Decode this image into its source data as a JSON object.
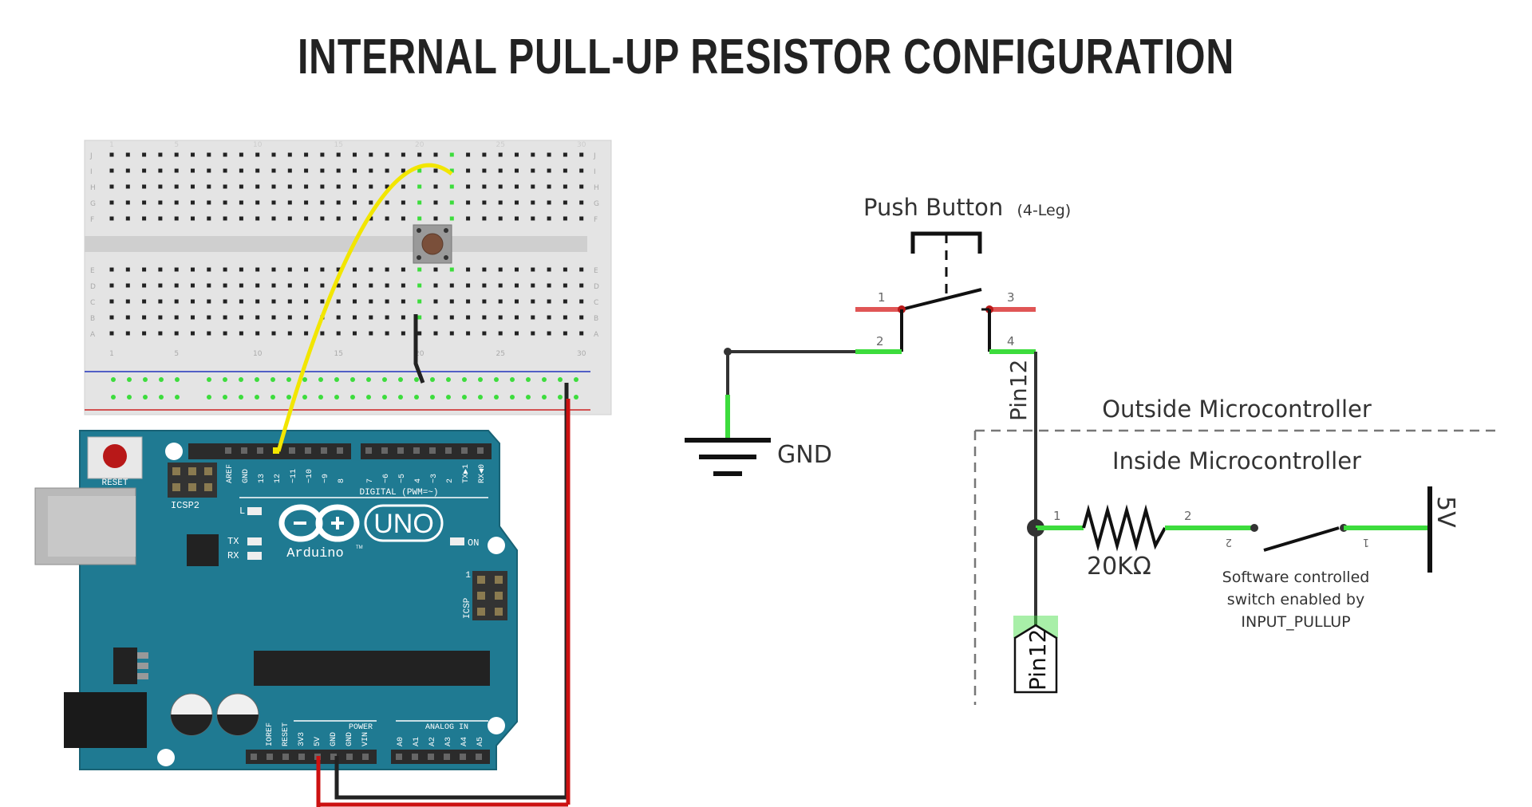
{
  "title": "INTERNAL PULL-UP RESISTOR CONFIGURATION",
  "breadboard": {
    "row_letters_top": [
      "J",
      "I",
      "H",
      "G",
      "F"
    ],
    "row_letters_bottom": [
      "E",
      "D",
      "C",
      "B",
      "A"
    ],
    "col_numbers": [
      "1",
      "5",
      "10",
      "15",
      "20",
      "25",
      "30"
    ]
  },
  "arduino": {
    "reset_label": "RESET",
    "icsp2_label": "ICSP2",
    "icsp_label": "ICSP",
    "icsp_pin1": "1",
    "led_l": "L",
    "led_tx": "TX",
    "led_rx": "RX",
    "led_on": "ON",
    "brand": "Arduino",
    "tm": "TM",
    "model": "UNO",
    "digital_label": "DIGITAL (PWM=~)",
    "power_label": "POWER",
    "analog_label": "ANALOG IN",
    "digital_pins": [
      "AREF",
      "GND",
      "13",
      "12",
      "~11",
      "~10",
      "~9",
      "8",
      "7",
      "~6",
      "~5",
      "4",
      "~3",
      "2",
      "TX▶1",
      "RX◀0"
    ],
    "power_pins": [
      "IOREF",
      "RESET",
      "3V3",
      "5V",
      "GND",
      "GND",
      "VIN"
    ],
    "analog_pins": [
      "A0",
      "A1",
      "A2",
      "A3",
      "A4",
      "A5"
    ]
  },
  "schematic": {
    "push_button_label": "Push Button",
    "push_button_sub": "(4-Leg)",
    "pin_1": "1",
    "pin_2": "2",
    "pin_3": "3",
    "pin_4": "4",
    "gnd_label": "GND",
    "pin12_wire_label": "Pin12",
    "outside_label": "Outside Microcontroller",
    "inside_label": "Inside Microcontroller",
    "res_pin_1": "1",
    "res_pin_2": "2",
    "resistor_value": "20KΩ",
    "sw_pin_2": "2",
    "sw_pin_1": "1",
    "software_note": [
      "Software controlled",
      "switch enabled by",
      "INPUT_PULLUP"
    ],
    "vcc_label": "5V",
    "pin12_port_label": "Pin12"
  },
  "colors": {
    "board_blue": "#1f7a92",
    "breadboard": "#e6e6e6",
    "wire_yellow": "#f2e600",
    "wire_red": "#cc1111",
    "wire_black": "#222222",
    "highlight_green": "#3ddc3d",
    "highlight_red": "#e05555"
  }
}
